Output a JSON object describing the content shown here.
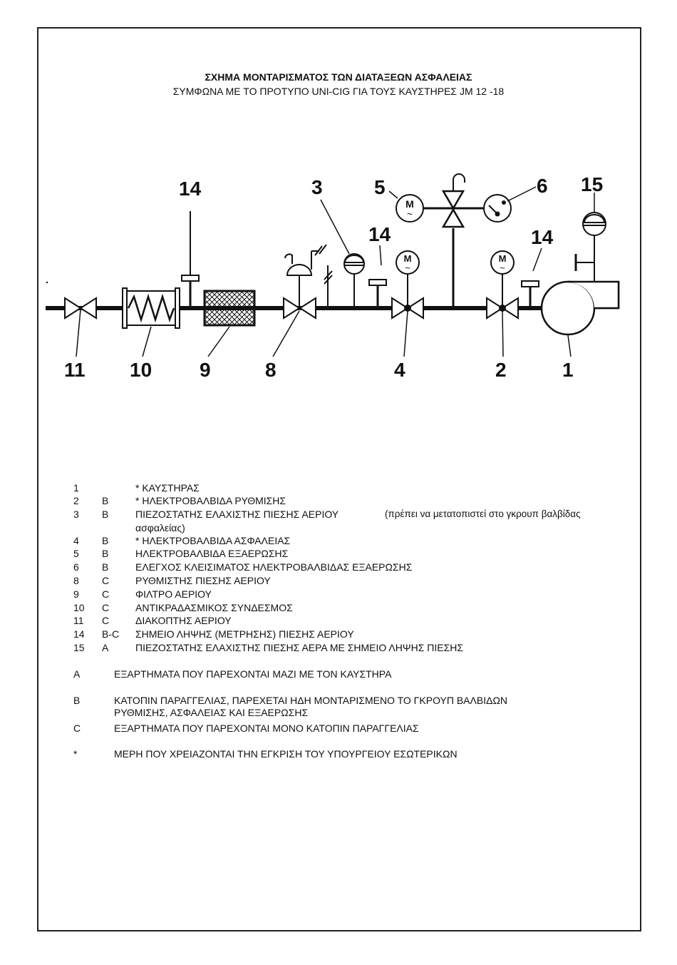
{
  "header": {
    "title": "ΣΧΗΜΑ ΜΟΝΤΑΡΙΣΜΑΤΟΣ ΤΩΝ ΔΙΑΤΑΞΕΩΝ ΑΣΦΑΛΕΙΑΣ",
    "subtitle": "ΣΥΜΦΩΝΑ ΜΕ ΤΟ ΠΡΟΤΥΠΟ UNI-CIG ΓΙΑ ΤΟΥΣ ΚΑΥΣΤΗΡΕΣ JM 12 -18"
  },
  "diagram": {
    "labels": {
      "l11": "11",
      "l10": "10",
      "l9": "9",
      "l8": "8",
      "l4": "4",
      "l2": "2",
      "l1": "1",
      "l14a": "14",
      "l3": "3",
      "l14b": "14",
      "l5": "5",
      "l6": "6",
      "l14c": "14",
      "l15": "15"
    },
    "motor_letter": "M",
    "motor_wave": "~"
  },
  "legend": [
    {
      "num": "1",
      "cat": "",
      "desc": "* ΚΑΥΣΤΗΡΑΣ"
    },
    {
      "num": "2",
      "cat": "B",
      "desc": "* ΗΛΕΚΤΡΟΒΑΛΒΙΔΑ ΡΥΘΜΙΣΗΣ"
    },
    {
      "num": "3",
      "cat": "B",
      "desc": "ΠΙΕΖΟΣΤΑΤΗΣ ΕΛΑΧΙΣΤΗΣ ΠΙΕΣΗΣ ΑΕΡΙΟΥ",
      "note": "(πρέπει να μετατοπιστεί στο γκρουπ βαλβίδας",
      "note_cont": "ασφαλείας)"
    },
    {
      "num": "4",
      "cat": "B",
      "desc": "* ΗΛΕΚΤΡΟΒΑΛΒΙΔΑ ΑΣΦΑΛΕΙΑΣ"
    },
    {
      "num": "5",
      "cat": "B",
      "desc": "ΗΛΕΚΤΡΟΒΑΛΒΙΔΑ ΕΞΑΕΡΩΣΗΣ"
    },
    {
      "num": "6",
      "cat": "B",
      "desc": "ΕΛΕΓΧΟΣ ΚΛΕΙΣΙΜΑΤΟΣ ΗΛΕΚΤΡΟΒΑΛΒΙΔΑΣ ΕΞΑΕΡΩΣΗΣ"
    },
    {
      "num": "8",
      "cat": "C",
      "desc": "ΡΥΘΜΙΣΤΗΣ ΠΙΕΣΗΣ ΑΕΡΙΟΥ"
    },
    {
      "num": "9",
      "cat": "C",
      "desc": "ΦΙΛΤΡΟ ΑΕΡΙΟΥ"
    },
    {
      "num": "10",
      "cat": "C",
      "desc": "ΑΝΤΙΚΡΑΔΑΣΜΙΚΟΣ ΣΥΝΔΕΣΜΟΣ"
    },
    {
      "num": "11",
      "cat": "C",
      "desc": "ΔΙΑΚΟΠΤΗΣ ΑΕΡΙΟΥ"
    },
    {
      "num": "14",
      "cat": "B-C",
      "desc": "ΣΗΜΕΙΟ ΛΗΨΗΣ (ΜΕΤΡΗΣΗΣ) ΠΙΕΣΗΣ ΑΕΡΙΟΥ"
    },
    {
      "num": "15",
      "cat": "A",
      "desc": "ΠΙΕΖΟΣΤΑΤΗΣ ΕΛΑΧΙΣΤΗΣ ΠΙΕΣΗΣ ΑΕΡΑ ΜΕ ΣΗΜΕΙΟ ΛΗΨΗΣ ΠΙΕΣΗΣ"
    }
  ],
  "notes": [
    {
      "key": "A",
      "text": "ΕΞΑΡΤΗΜΑΤΑ ΠΟΥ ΠΑΡΕΧΟΝΤΑΙ ΜΑΖΙ ΜΕ ΤΟΝ ΚΑΥΣΤΗΡΑ"
    },
    {
      "key": "B",
      "text": "ΚΑΤΟΠΙΝ ΠΑΡΑΓΓΕΛΙΑΣ, ΠΑΡΕΧΕΤΑΙ ΗΔΗ ΜΟΝΤΑΡΙΣΜΕΝΟ ΤΟ ΓΚΡΟΥΠ ΒΑΛΒΙΔΩΝ",
      "text_cont": "ΡΥΘΜΙΣΗΣ, ΑΣΦΑΛΕΙΑΣ ΚΑΙ ΕΞΑΕΡΩΣΗΣ"
    },
    {
      "key": "C",
      "text": "ΕΞΑΡΤΗΜΑΤΑ ΠΟΥ ΠΑΡΕΧΟΝΤΑΙ ΜΟΝΟ ΚΑΤΟΠΙΝ ΠΑΡΑΓΓΕΛΙΑΣ"
    },
    {
      "key": "*",
      "text": "ΜΕΡΗ ΠΟΥ ΧΡΕΙΑΖΟΝΤΑΙ ΤΗΝ ΕΓΚΡΙΣΗ ΤΟΥ ΥΠΟΥΡΓΕΙΟΥ ΕΣΩΤΕΡΙΚΩΝ"
    }
  ]
}
